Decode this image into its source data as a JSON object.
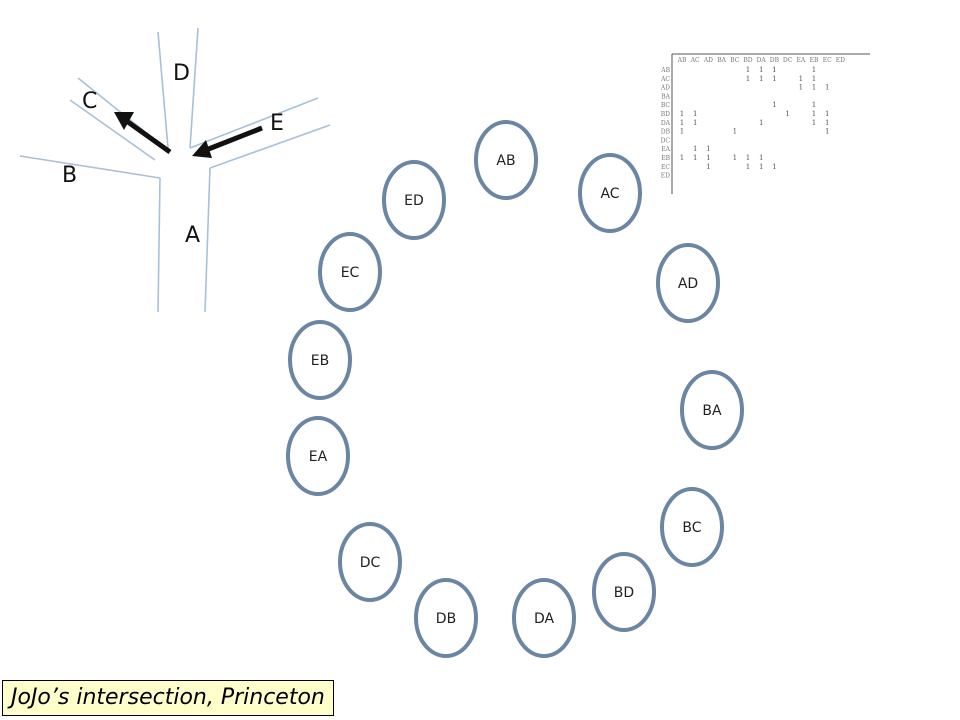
{
  "intersection": {
    "roads": [
      "A",
      "B",
      "C",
      "D",
      "E"
    ]
  },
  "nodes": [
    "AB",
    "AC",
    "AD",
    "BA",
    "BC",
    "BD",
    "DA",
    "DB",
    "DC",
    "EA",
    "EB",
    "EC",
    "ED"
  ],
  "matrix": {
    "columns": [
      "AB",
      "AC",
      "AD",
      "BA",
      "BC",
      "BD",
      "DA",
      "DB",
      "DC",
      "EA",
      "EB",
      "EC",
      "ED"
    ],
    "rows": [
      "AB",
      "AC",
      "AD",
      "BA",
      "BC",
      "BD",
      "DA",
      "DB",
      "DC",
      "EA",
      "EB",
      "EC",
      "ED"
    ],
    "marks": [
      [
        0,
        0,
        0,
        0,
        0,
        1,
        1,
        1,
        0,
        0,
        1,
        0,
        0
      ],
      [
        0,
        0,
        0,
        0,
        0,
        1,
        1,
        1,
        0,
        1,
        1,
        0,
        0
      ],
      [
        0,
        0,
        0,
        0,
        0,
        0,
        0,
        0,
        0,
        1,
        1,
        1,
        0
      ],
      [
        0,
        0,
        0,
        0,
        0,
        0,
        0,
        0,
        0,
        0,
        0,
        0,
        0
      ],
      [
        0,
        0,
        0,
        0,
        0,
        0,
        0,
        1,
        0,
        0,
        1,
        0,
        0
      ],
      [
        1,
        1,
        0,
        0,
        0,
        0,
        0,
        0,
        1,
        0,
        1,
        1,
        0
      ],
      [
        1,
        1,
        0,
        0,
        0,
        0,
        1,
        0,
        0,
        0,
        1,
        1,
        0
      ],
      [
        1,
        0,
        0,
        0,
        1,
        0,
        0,
        0,
        0,
        0,
        0,
        1,
        0
      ],
      [
        0,
        0,
        0,
        0,
        0,
        0,
        0,
        0,
        0,
        0,
        0,
        0,
        0
      ],
      [
        0,
        1,
        1,
        0,
        0,
        0,
        0,
        0,
        0,
        0,
        0,
        0,
        0
      ],
      [
        1,
        1,
        1,
        0,
        1,
        1,
        1,
        0,
        0,
        0,
        0,
        0,
        0
      ],
      [
        0,
        0,
        1,
        0,
        0,
        1,
        1,
        1,
        0,
        0,
        0,
        0,
        0
      ],
      [
        0,
        0,
        0,
        0,
        0,
        0,
        0,
        0,
        0,
        0,
        0,
        0,
        0
      ]
    ],
    "mark_symbol": "1"
  },
  "caption": "JoJo’s intersection, Princeton"
}
